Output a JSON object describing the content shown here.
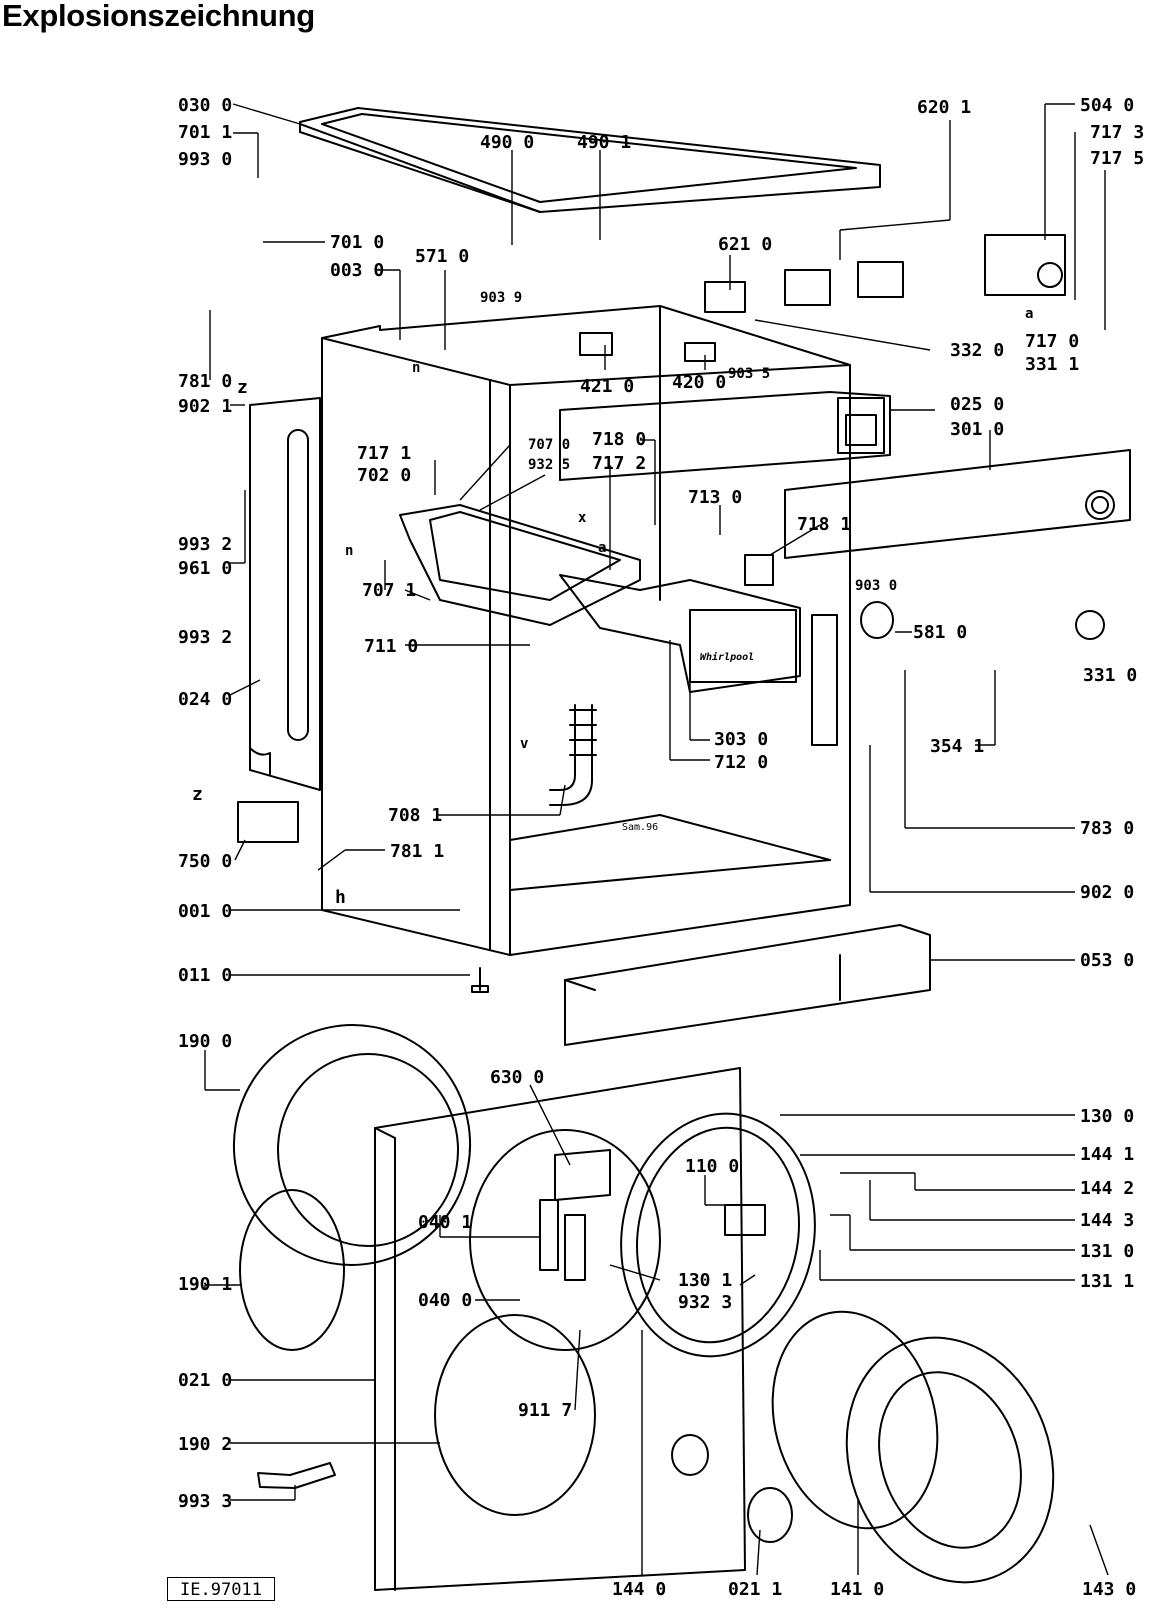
{
  "title": "Explosionszeichnung",
  "drawing_code": "IE.97011",
  "panel_text": "Whirlpool",
  "frame_mark": "Sam.96",
  "letters": {
    "n": "n",
    "z": "z",
    "x": "x",
    "v": "v",
    "h": "h",
    "a": "a"
  },
  "parts": [
    "030 0",
    "701 1",
    "993 0",
    "701 0",
    "003 0",
    "571 0",
    "490 0",
    "490 1",
    "620 1",
    "504 0",
    "717 3",
    "717 5",
    "621 0",
    "903 9",
    "332 0",
    "717 0",
    "331 1",
    "421 0",
    "420 0",
    "903 5",
    "025 0",
    "301 0",
    "781 0",
    "902 1",
    "717 1",
    "702 0",
    "707 0",
    "932 5",
    "718 0",
    "717 2",
    "713 0",
    "993 2",
    "961 0",
    "707 1",
    "718 1",
    "903 0",
    "993 2",
    "711 0",
    "581 0",
    "331 0",
    "024 0",
    "303 0",
    "712 0",
    "354 1",
    "708 1",
    "783 0",
    "750 0",
    "781 1",
    "001 0",
    "902 0",
    "011 0",
    "053 0",
    "190 0",
    "630 0",
    "130 0",
    "144 1",
    "144 2",
    "144 3",
    "040 1",
    "110 0",
    "131 0",
    "131 1",
    "130 1",
    "932 3",
    "040 0",
    "190 1",
    "021 0",
    "911 7",
    "190 2",
    "993 3",
    "144 0",
    "021 1",
    "141 0",
    "143 0"
  ]
}
